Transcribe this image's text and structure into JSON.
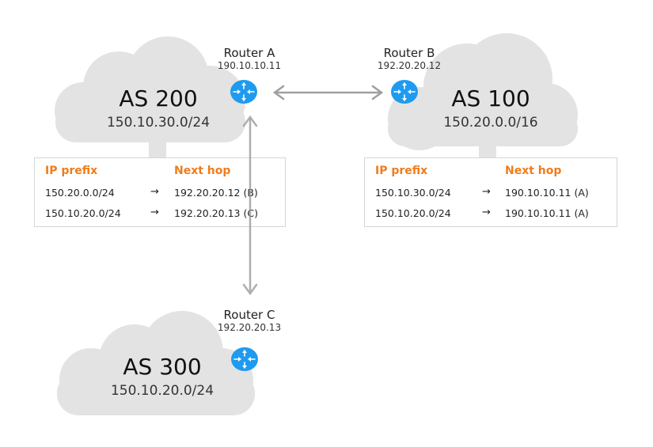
{
  "colors": {
    "cloud": "#e3e3e3",
    "router": "#1e9bf0",
    "link": "#9a9a9a",
    "header": "#f07c1b",
    "table_border": "#d6d6d6"
  },
  "routers": [
    {
      "id": "A",
      "name": "Router A",
      "ip": "190.10.10.11",
      "icon": "router-icon"
    },
    {
      "id": "B",
      "name": "Router B",
      "ip": "192.20.20.12",
      "icon": "router-icon"
    },
    {
      "id": "C",
      "name": "Router C",
      "ip": "192.20.20.13",
      "icon": "router-icon"
    }
  ],
  "autonomous_systems": [
    {
      "name": "AS 200",
      "prefix": "150.10.30.0/24",
      "router": "A"
    },
    {
      "name": "AS 100",
      "prefix": "150.20.0.0/16",
      "router": "B"
    },
    {
      "name": "AS 300",
      "prefix": "150.10.20.0/24",
      "router": "C"
    }
  ],
  "links": [
    {
      "from": "A",
      "to": "B",
      "type": "bidirectional"
    },
    {
      "from": "A",
      "to": "C",
      "type": "bidirectional"
    }
  ],
  "routing_tables": [
    {
      "owner": "Router A",
      "headers": [
        "IP prefix",
        "Next hop"
      ],
      "arrow": "→",
      "rows": [
        {
          "prefix": "150.20.0.0/24",
          "next_hop": "192.20.20.12 (B)"
        },
        {
          "prefix": "150.10.20.0/24",
          "next_hop": "192.20.20.13 (C)"
        }
      ]
    },
    {
      "owner": "Router B",
      "headers": [
        "IP prefix",
        "Next hop"
      ],
      "arrow": "→",
      "rows": [
        {
          "prefix": "150.10.30.0/24",
          "next_hop": "190.10.10.11 (A)"
        },
        {
          "prefix": "150.10.20.0/24",
          "next_hop": "190.10.10.11 (A)"
        }
      ]
    }
  ]
}
